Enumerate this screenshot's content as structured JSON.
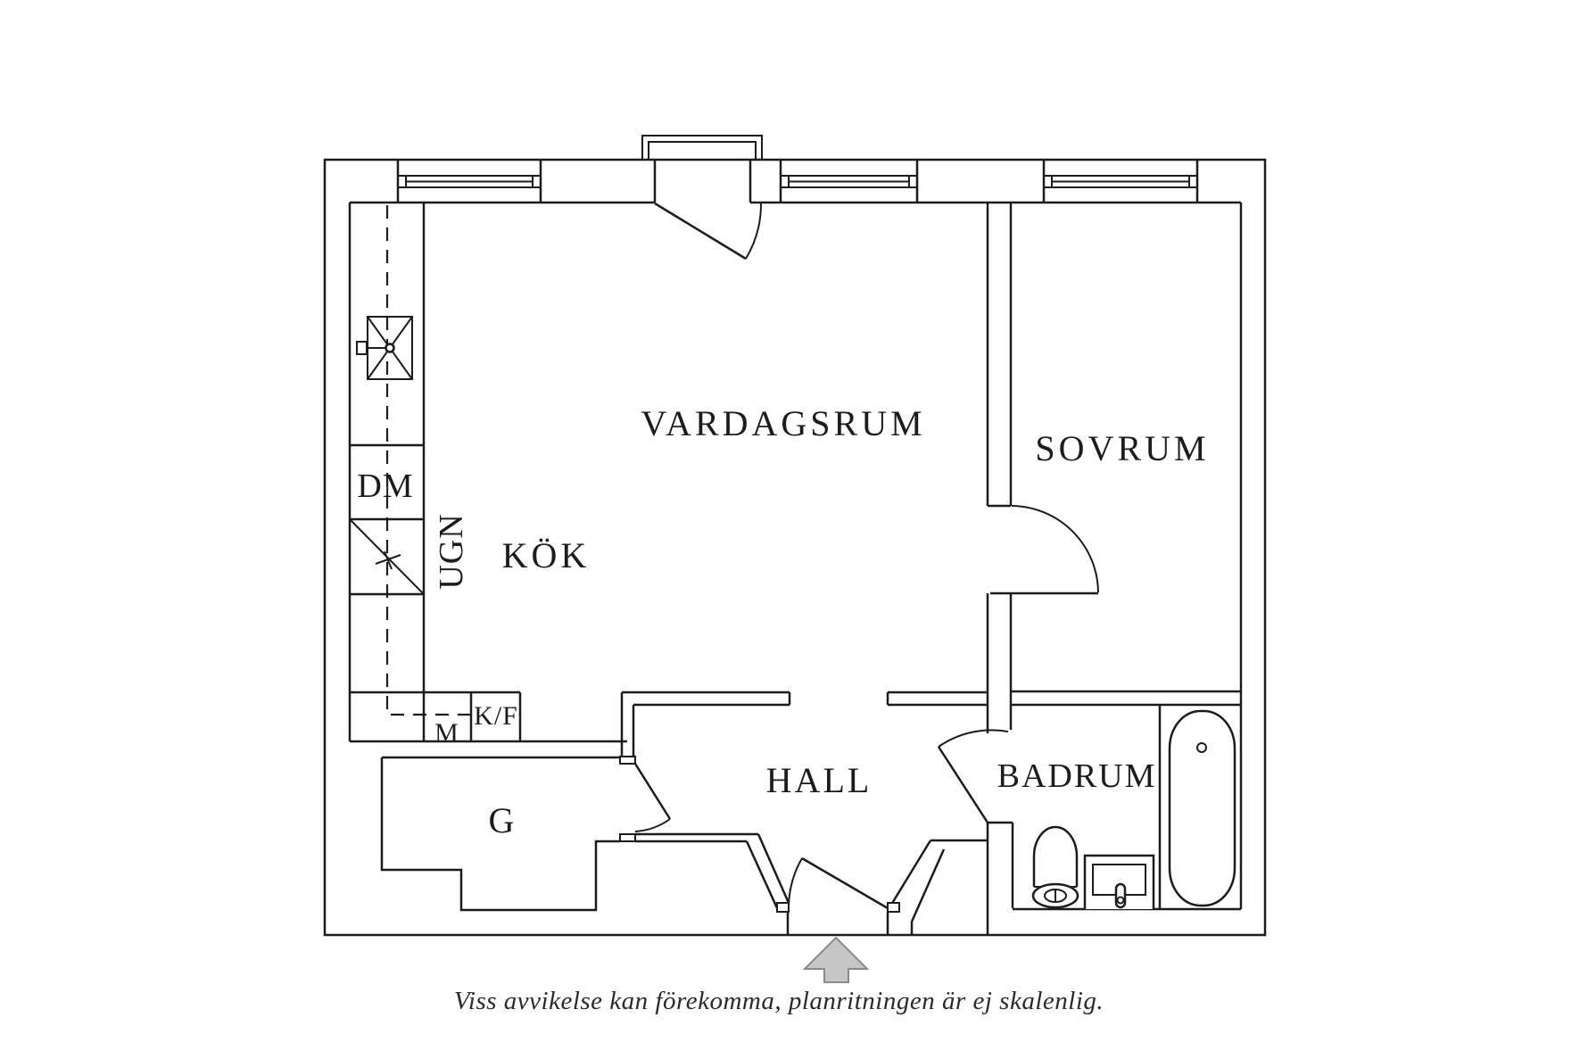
{
  "floorplan": {
    "rooms": {
      "living_room": "VARDAGSRUM",
      "bedroom": "SOVRUM",
      "kitchen": "KÖK",
      "hall": "HALL",
      "bathroom": "BADRUM",
      "closet": "G"
    },
    "appliances": {
      "dishwasher": "DM",
      "oven": "UGN",
      "microwave": "M",
      "fridge_freezer": "K/F"
    },
    "caption": "Viss avvikelse kan förekomma, planritningen är ej skalenlig.",
    "colors": {
      "line": "#1c1c1c",
      "background": "#ffffff",
      "arrow_fill": "#c6c6c6",
      "arrow_stroke": "#8a8a8a"
    }
  }
}
